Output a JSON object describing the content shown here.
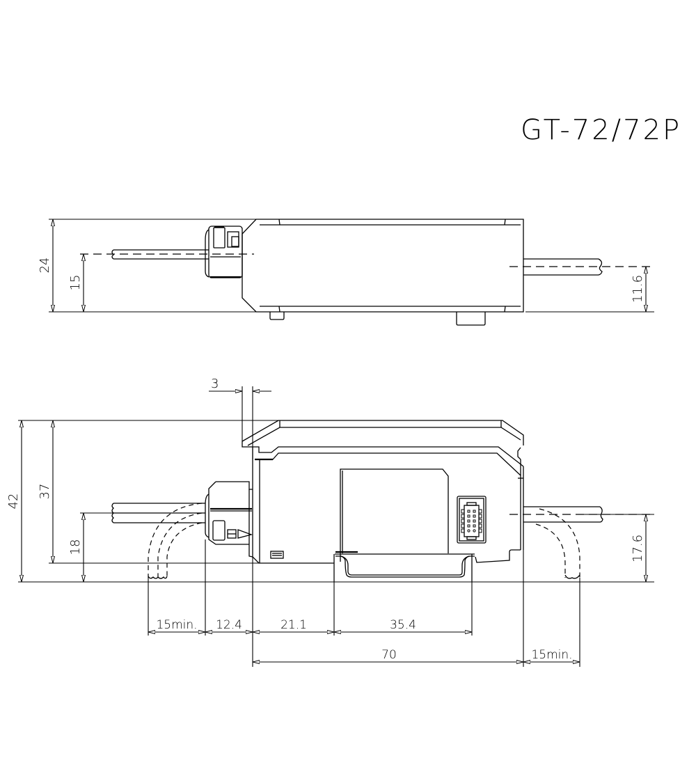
{
  "drawing": {
    "title": "GT-72/72P",
    "line_color": "#000000",
    "background": "#ffffff"
  },
  "top_view": {
    "dimensions": {
      "overall_height": "24",
      "cable_left_height": "15",
      "cable_right_height": "11.6"
    }
  },
  "side_view": {
    "dimensions": {
      "top_offset": "3",
      "overall_height": "42",
      "body_height": "37",
      "cable_left_height": "18",
      "cable_right_height": "17.6",
      "left_bend_min": "15min.",
      "connector_length": "12.4",
      "to_rail": "21.1",
      "rail_width": "35.4",
      "body_length": "70",
      "right_bend_min": "15min."
    }
  }
}
